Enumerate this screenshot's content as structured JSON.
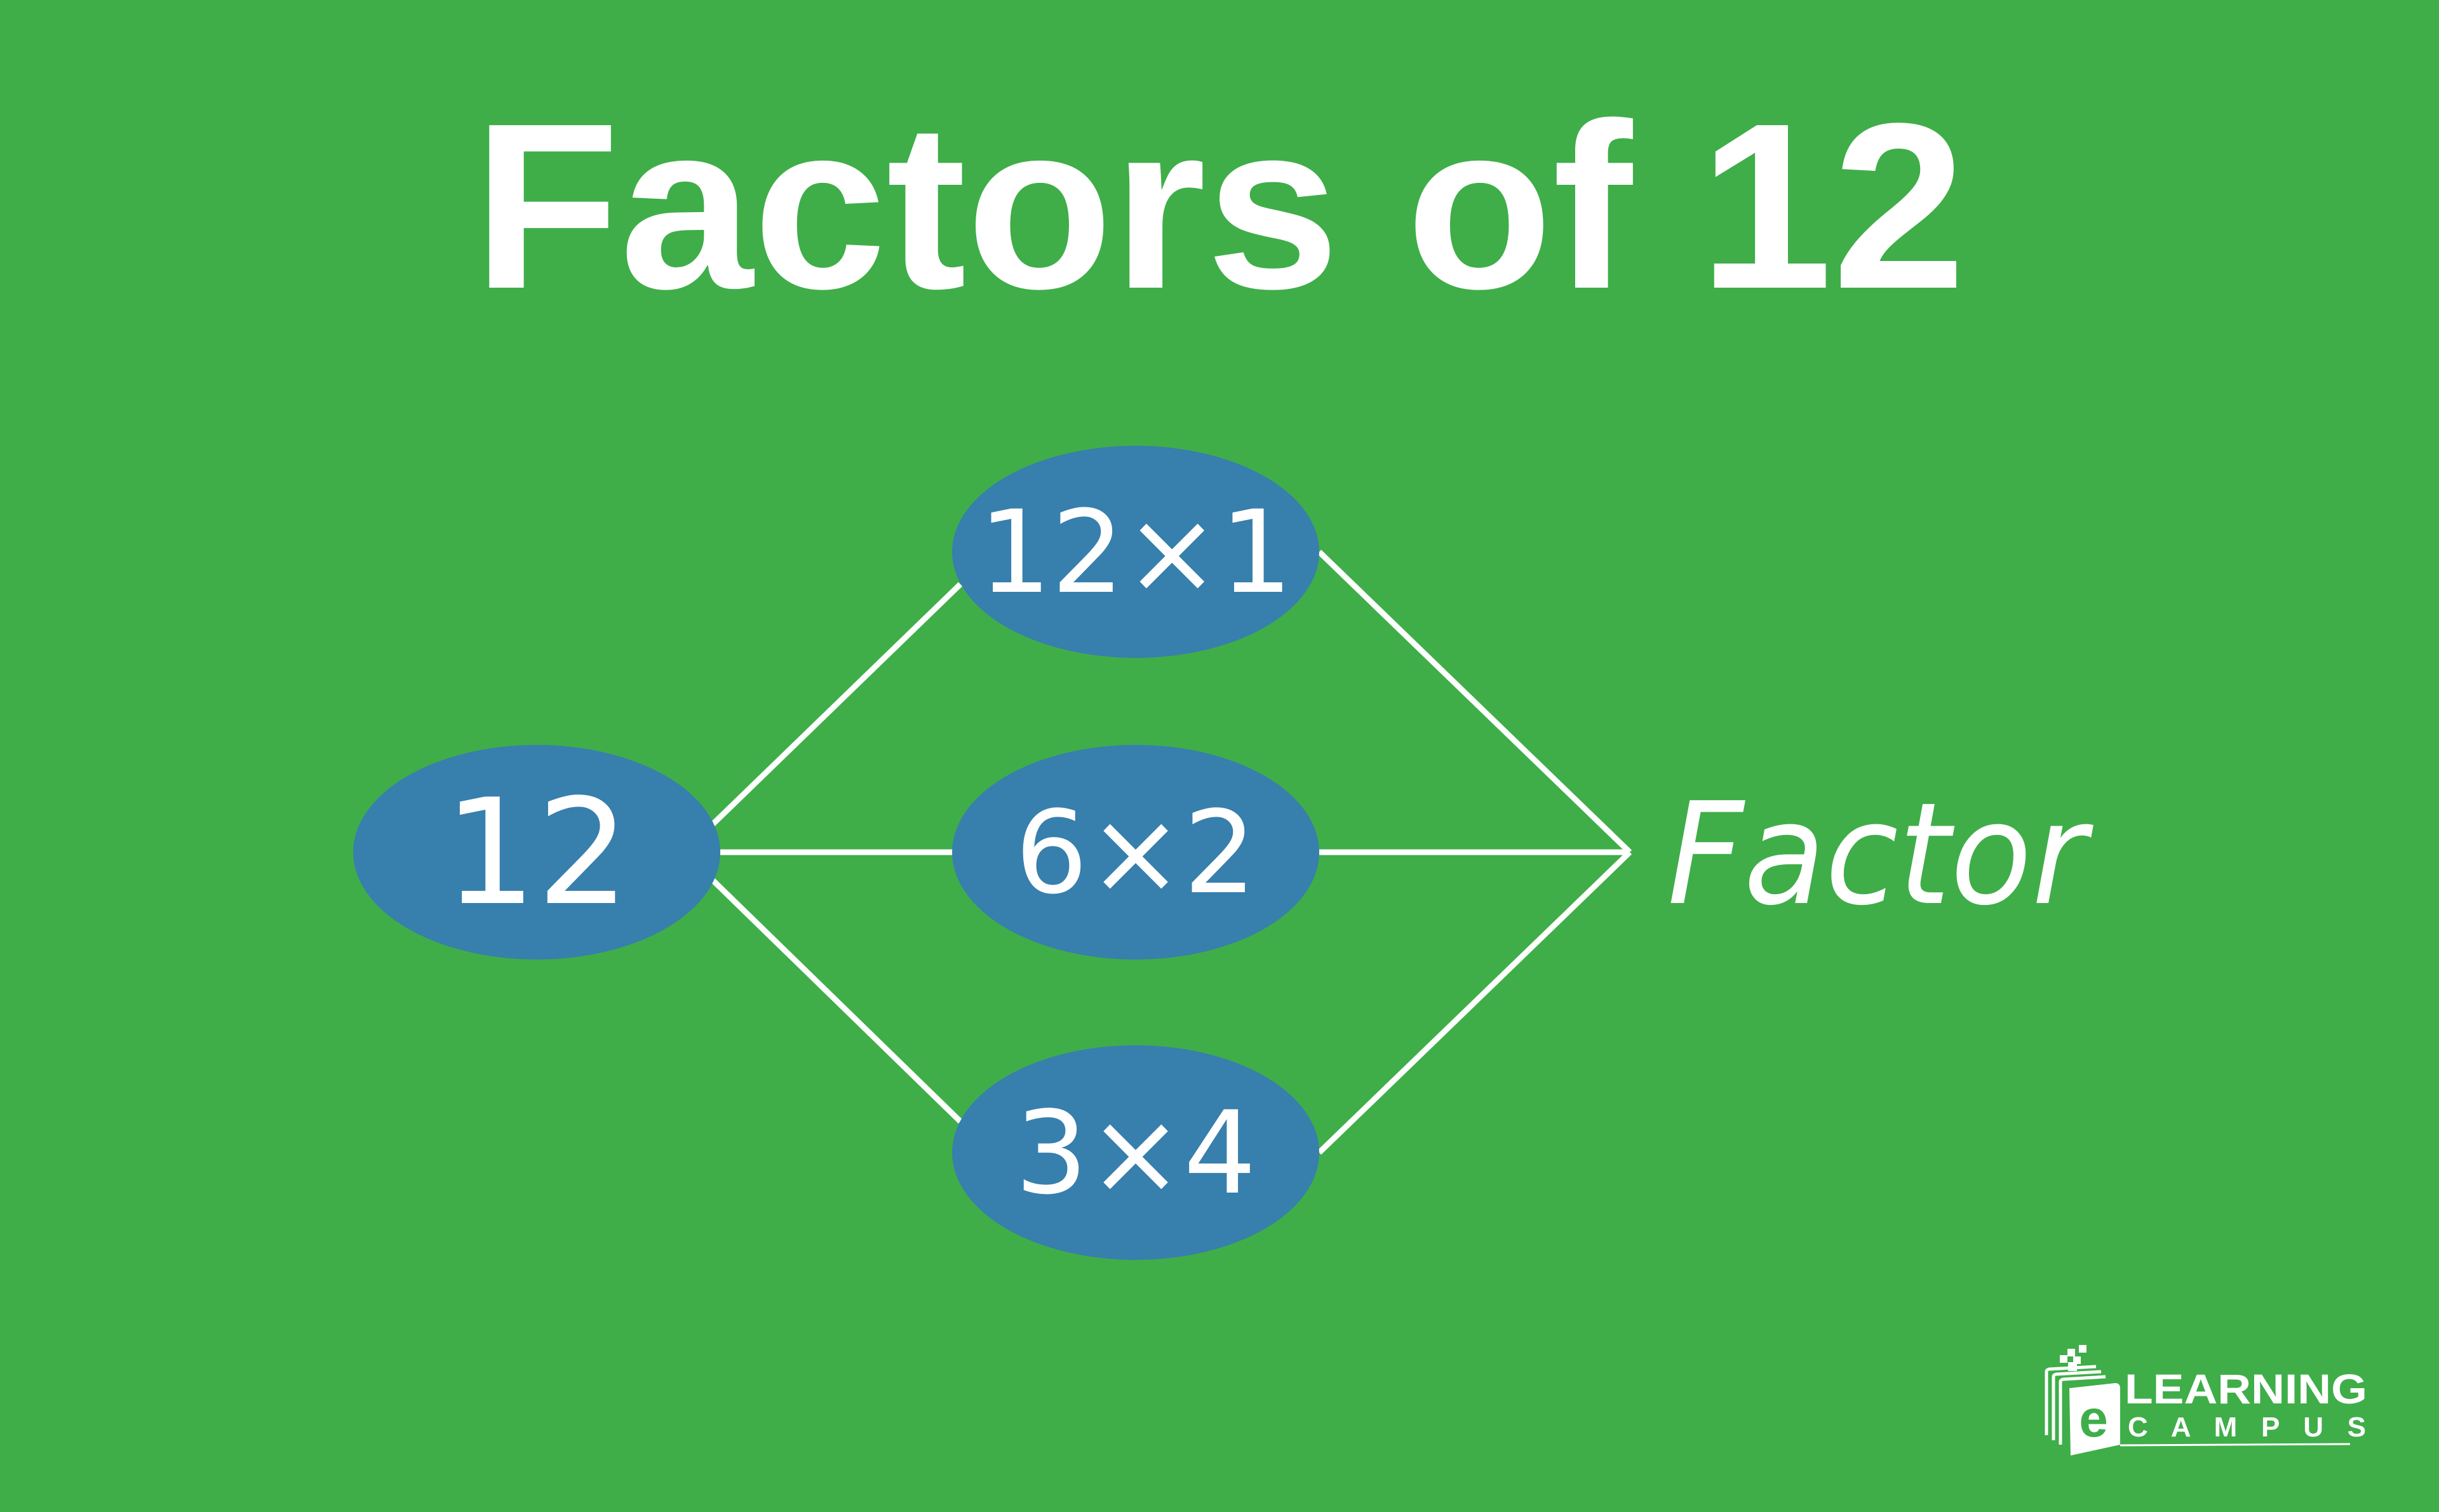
{
  "title": "Factors of 12",
  "colors": {
    "background": "#3fae49",
    "node_fill": "#377fad",
    "line": "#ffffff",
    "text": "#ffffff"
  },
  "diagram": {
    "root": {
      "label": "12"
    },
    "pairs": [
      {
        "label": "12×1"
      },
      {
        "label": "6×2"
      },
      {
        "label": "3×4"
      }
    ],
    "target_label": "Factor"
  },
  "logo": {
    "line1": "LEARNING",
    "line2": "C A M P U S",
    "letter": "e"
  }
}
